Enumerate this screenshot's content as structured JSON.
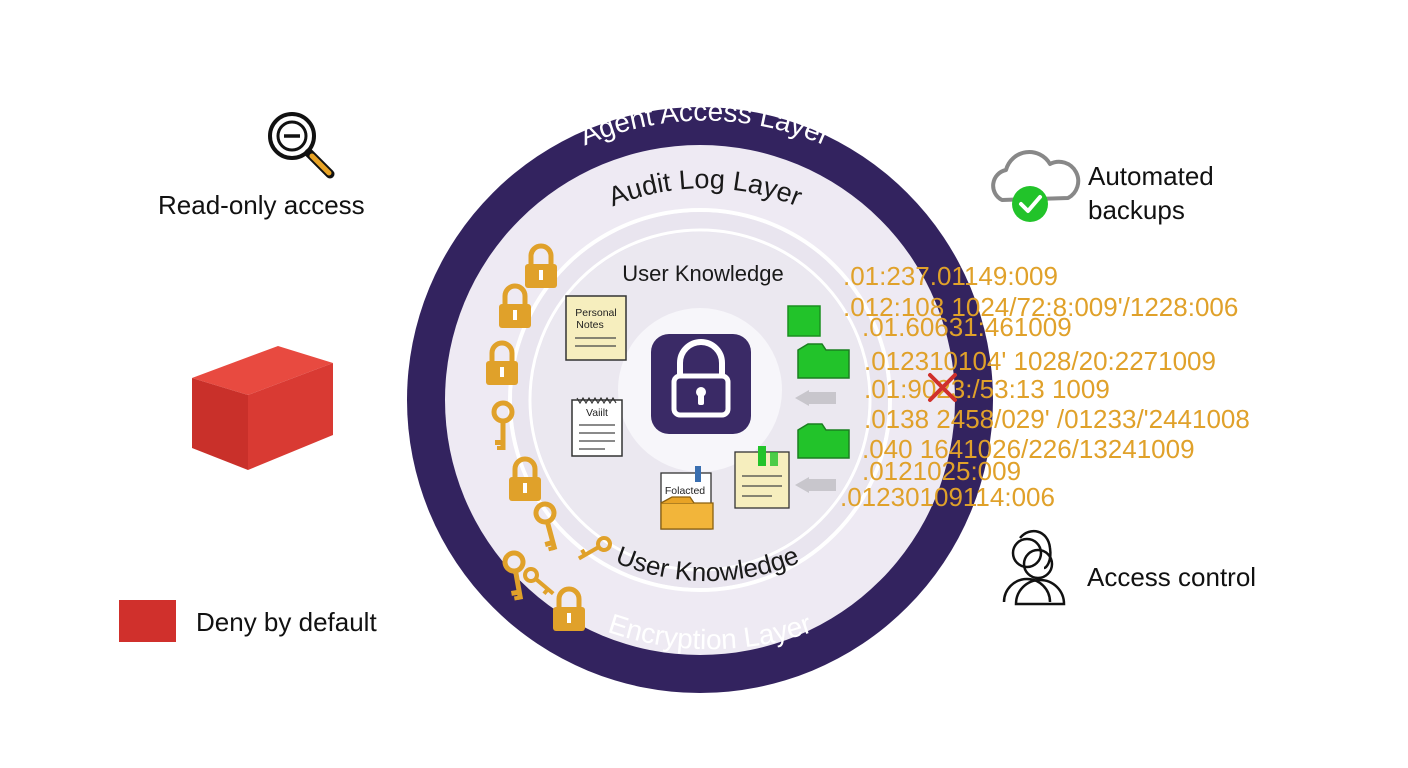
{
  "layers": {
    "outer_top": "Agent Access Layer",
    "outer_bottom": "Encryption Layer",
    "audit": "Audit Log Layer",
    "inner_top": "User Knowledge",
    "inner_bottom": "User Knowledge"
  },
  "documents": {
    "personal_notes_line1": "Personal",
    "personal_notes_line2": "Notes",
    "vault": "Vaiilt",
    "folder": "Folacted"
  },
  "features": {
    "read_only": "Read-only access",
    "backups_line1": "Automated",
    "backups_line2": "backups",
    "access_control": "Access control",
    "deny_default": "Deny by default"
  },
  "data_stream": [
    ".01:237.01149:009",
    ".012:108 1024/72:8:009'/1228:006",
    ".01.60631:461009",
    ".012310104' 1028/20:2271009",
    ".01:9023:/53:13 1009",
    ".0138 2458/029' /01233/'2441008",
    ".040 1641026/226/13241009",
    ".0121025:009",
    ".01230109114:006"
  ],
  "icons": {
    "read_only": "magnifier-minus-icon",
    "backups": "cloud-check-icon",
    "access_control": "users-icon",
    "deny_default": "red-block-icon",
    "center": "padlock-icon"
  },
  "colors": {
    "outer_ring": "#33235f",
    "audit_ring": "#eeeaf3",
    "inner_ring": "#e7e3ee",
    "core": "#f4f2f7",
    "center_tile": "#3a2a66",
    "gold": "#e0a12a",
    "green": "#22c32a",
    "deny_red": "#d0302c"
  }
}
